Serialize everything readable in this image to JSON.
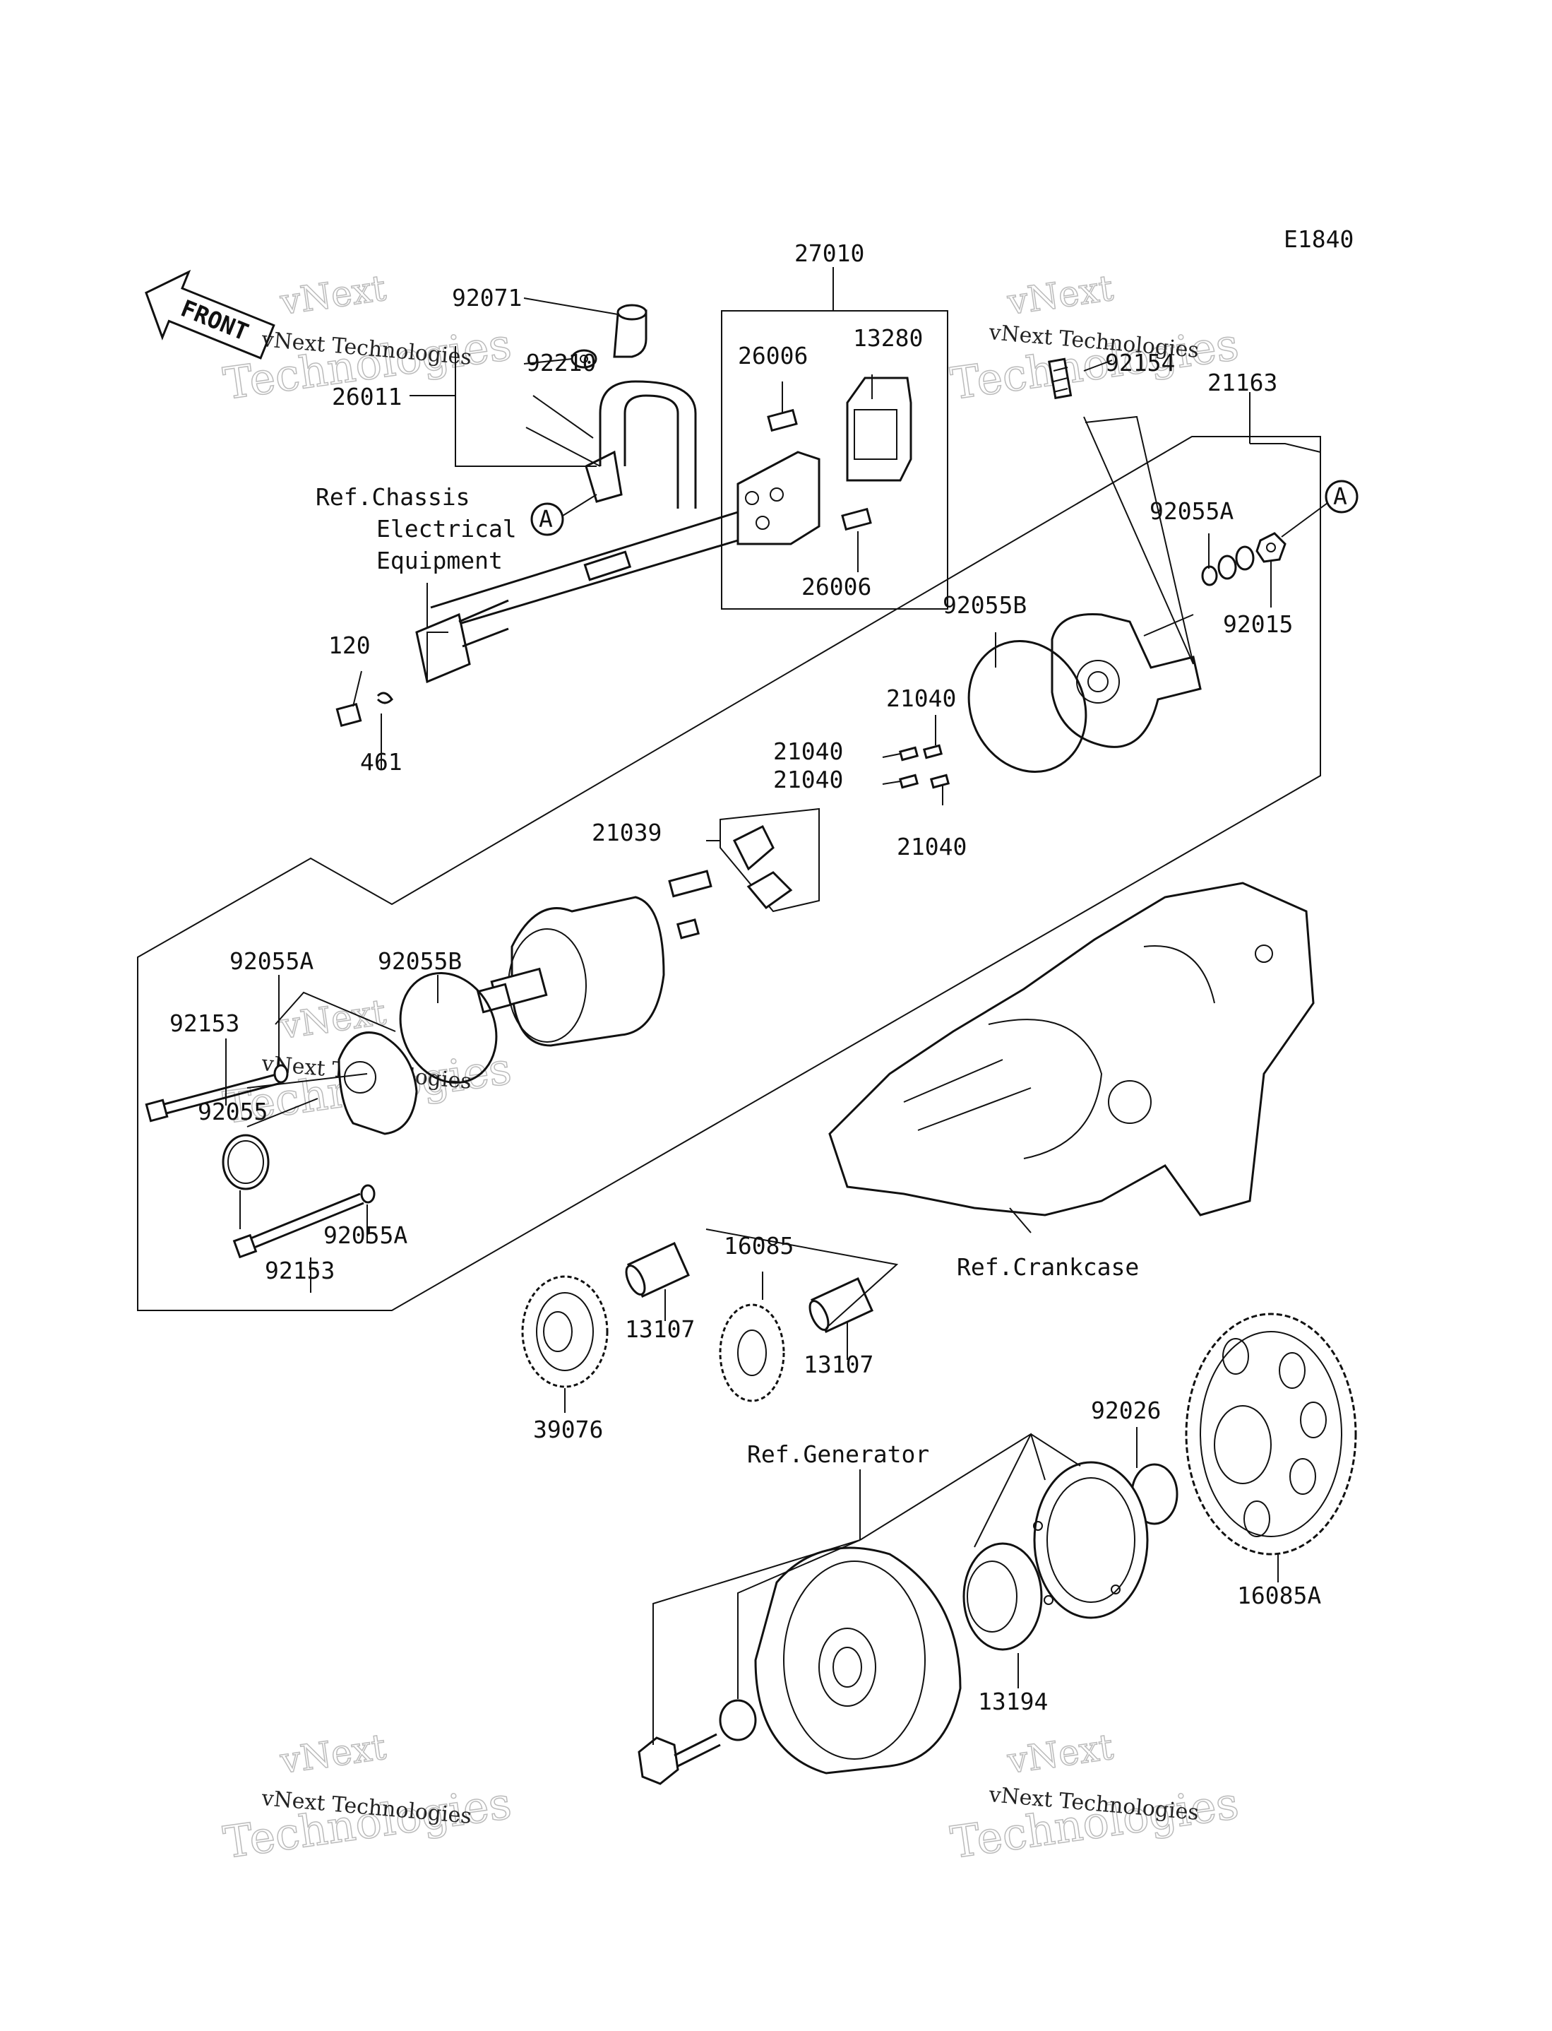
{
  "diagram_code": "E1840",
  "front_arrow": {
    "text": "FRONT",
    "icon": "front-arrow-icon"
  },
  "part_numbers": {
    "p27010": "27010",
    "p92071": "92071",
    "p92210": "92210",
    "p26011": "26011",
    "p26006_top": "26006",
    "p13280": "13280",
    "p26006_bottom": "26006",
    "p92154": "92154",
    "p21163": "21163",
    "p92055A_top": "92055A",
    "p92015": "92015",
    "p92055B_right": "92055B",
    "p120": "120",
    "p461": "461",
    "p21040_a": "21040",
    "p21040_b": "21040",
    "p21040_c": "21040",
    "p21040_d": "21040",
    "p21039": "21039",
    "p92055A_left": "92055A",
    "p92055B_left": "92055B",
    "p92153_top": "92153",
    "p92055": "92055",
    "p92055A_bottom": "92055A",
    "p92153_bottom": "92153",
    "p16085": "16085",
    "p13107_left": "13107",
    "p13107_right": "13107",
    "p39076": "39076",
    "p92026": "92026",
    "p16085A": "16085A",
    "p13194": "13194"
  },
  "references": {
    "chassis_line1": "Ref.Chassis",
    "chassis_line2": "Electrical",
    "chassis_line3": "Equipment",
    "crankcase": "Ref.Crankcase",
    "generator": "Ref.Generator"
  },
  "callouts": {
    "a_left": "A",
    "a_right": "A"
  },
  "watermark": {
    "small": "vNext Technologies",
    "big_top": "vNext",
    "big_bottom": "Technologies"
  }
}
